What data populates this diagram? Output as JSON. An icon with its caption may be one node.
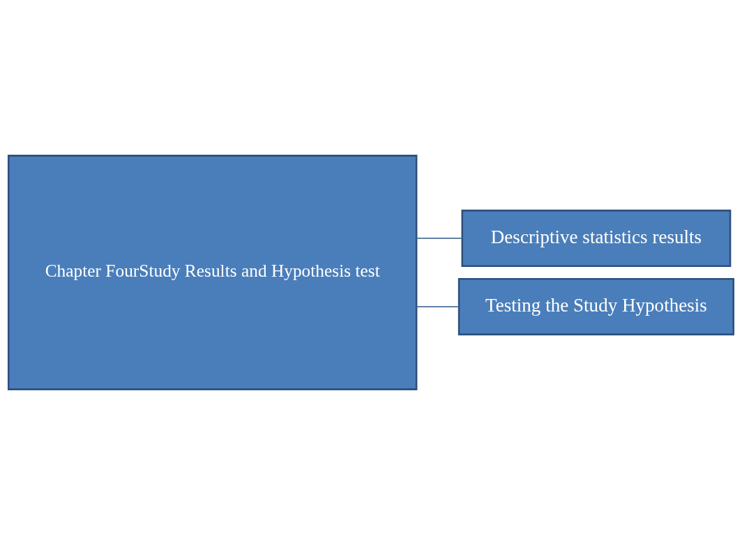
{
  "diagram": {
    "nodes": [
      {
        "text": [
          "Chapter FourStudy Results and Hypothesis test"
        ]
      },
      {
        "text": [
          "Descriptive statistics results"
        ]
      },
      {
        "text": [
          "Testing the Study Hypothesis"
        ]
      }
    ],
    "edges": [
      {
        "from": 0,
        "to": 1,
        "arrow": "none"
      },
      {
        "from": 0,
        "to": 2,
        "arrow": "none"
      }
    ]
  }
}
